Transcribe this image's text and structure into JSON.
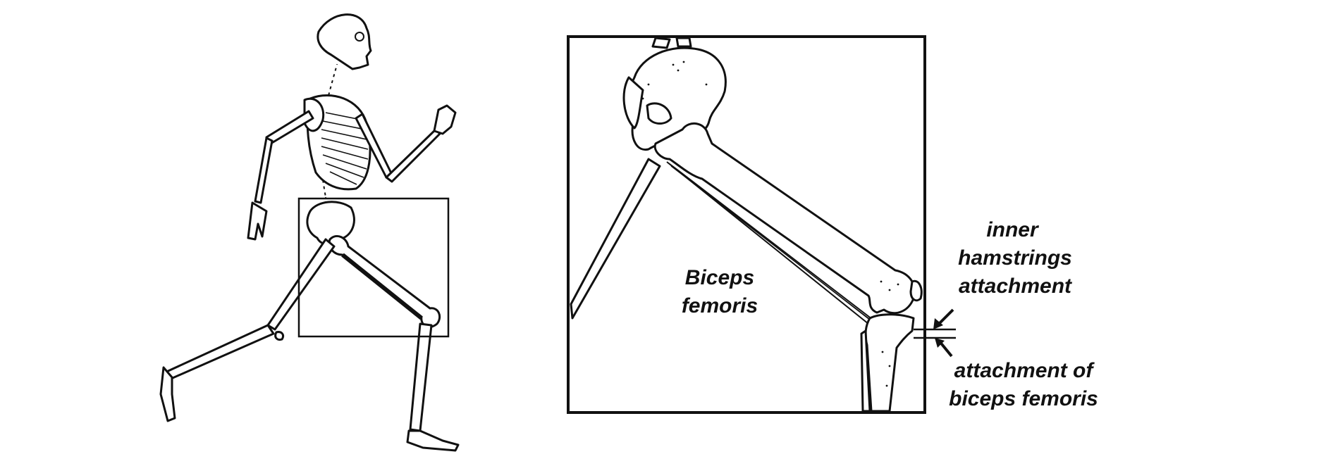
{
  "labels": {
    "biceps_line1": "Biceps",
    "biceps_line2": "femoris",
    "inner_line1": "inner",
    "inner_line2": "hamstrings",
    "inner_line3": "attachment",
    "attach_line1": "attachment of",
    "attach_line2": "biceps femoris"
  },
  "colors": {
    "ink": "#111111",
    "background": "#ffffff"
  }
}
